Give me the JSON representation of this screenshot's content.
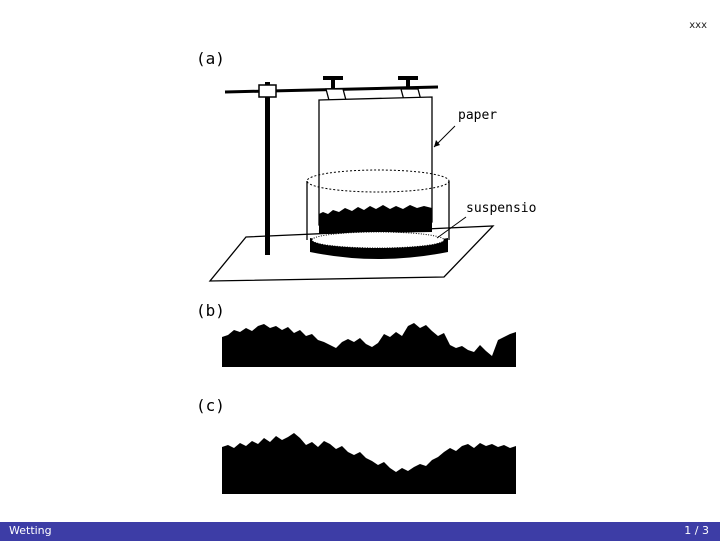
{
  "header": {
    "right_text": "xxx"
  },
  "figure": {
    "panel_a_label": "(a)",
    "panel_b_label": "(b)",
    "panel_c_label": "(c)",
    "paper_label": "paper",
    "suspension_label": "suspensio"
  },
  "footer": {
    "title": "Wetting",
    "page": "1 / 3"
  }
}
